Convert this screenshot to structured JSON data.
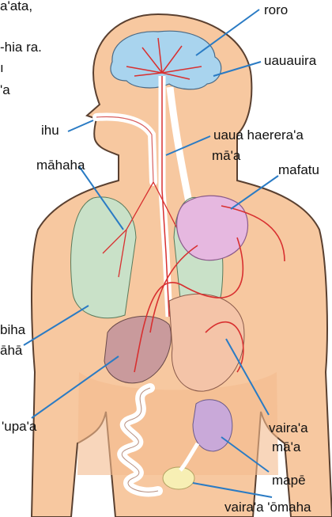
{
  "labels": {
    "roro": "roro",
    "uauauira": "uauauira",
    "ihu": "ihu",
    "uaua_haerera_a": "uaua haerera'a",
    "ma_a_top": "mā'a",
    "mahaha": "māhaha",
    "mafatu": "mafatu",
    "biha": "biha",
    "aha": "āhā",
    "vaira_a": "vaira'a",
    "ma_a_bottom": "mā'a",
    "upa_a": "'upa'a",
    "mape": "mapē",
    "vaira_a_omaha": "vaira'a 'ōmaha"
  },
  "text_fragments": {
    "line1": "a'ata,",
    "line2": "-hia ra.",
    "line3": "ı",
    "line4": "'a"
  },
  "colors": {
    "skin": "#f7c8a0",
    "skin_outline": "#5a4030",
    "brain": "#a9d4ee",
    "lungs": "#c9e1c8",
    "heart": "#e6b8e0",
    "stomach": "#f4c4a8",
    "liver": "#c99a9c",
    "kidney": "#c9a9d9",
    "bladder": "#f7efb4",
    "vessel": "#d83030",
    "pointer": "#2a7bc4"
  }
}
